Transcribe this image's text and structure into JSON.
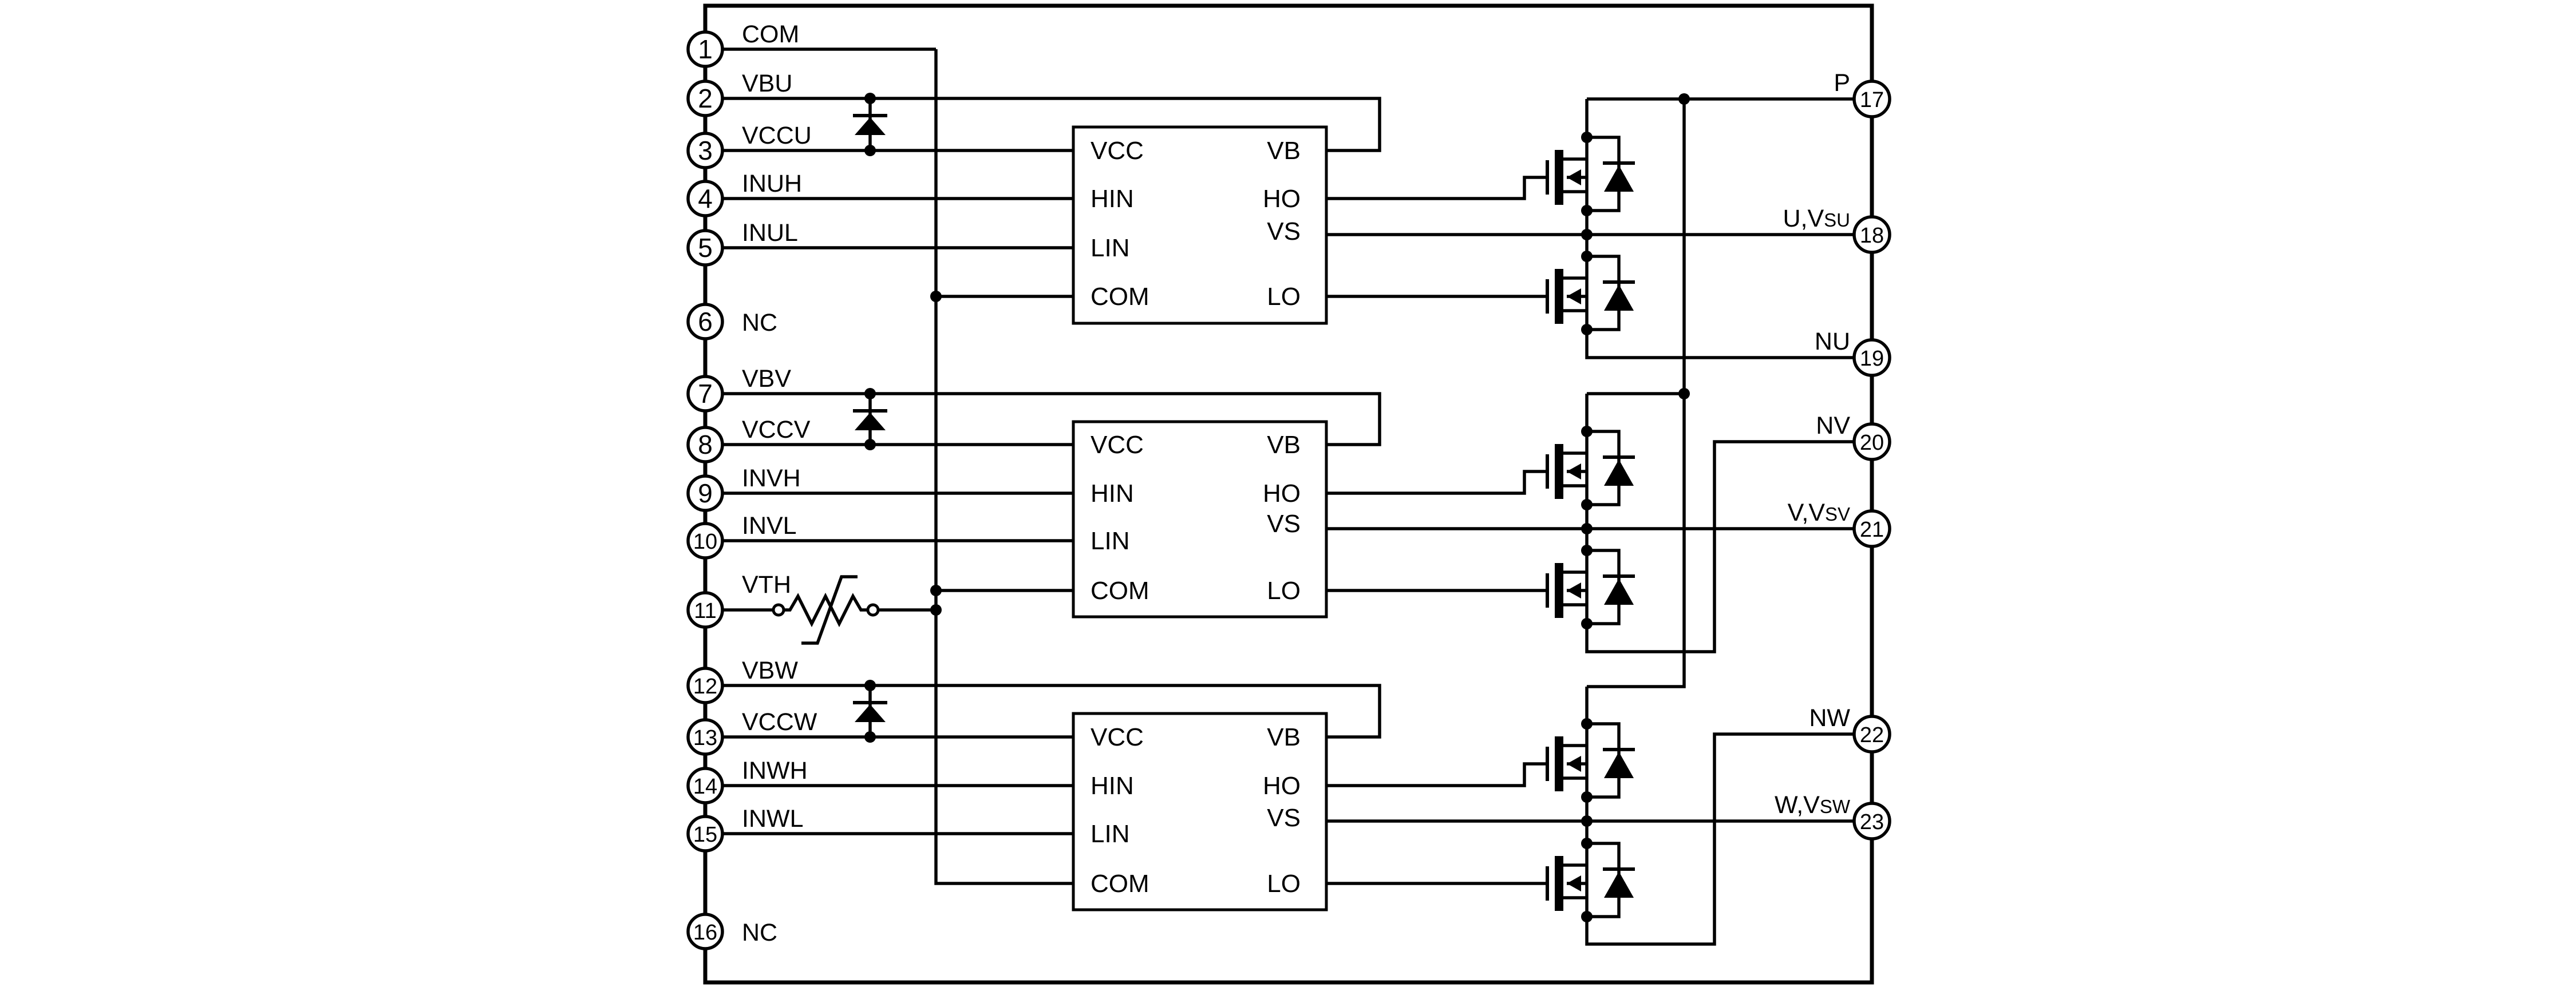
{
  "diagram_title": "three-phase-power-module-block-diagram",
  "colors": {
    "line": "#000000",
    "background": "#ffffff"
  },
  "pins_left": [
    {
      "num": "1",
      "label": "COM"
    },
    {
      "num": "2",
      "label": "VBU"
    },
    {
      "num": "3",
      "label": "VCCU"
    },
    {
      "num": "4",
      "label": "INUH"
    },
    {
      "num": "5",
      "label": "INUL"
    },
    {
      "num": "6",
      "label": "NC"
    },
    {
      "num": "7",
      "label": "VBV"
    },
    {
      "num": "8",
      "label": "VCCV"
    },
    {
      "num": "9",
      "label": "INVH"
    },
    {
      "num": "10",
      "label": "INVL"
    },
    {
      "num": "11",
      "label": "VTH"
    },
    {
      "num": "12",
      "label": "VBW"
    },
    {
      "num": "13",
      "label": "VCCW"
    },
    {
      "num": "14",
      "label": "INWH"
    },
    {
      "num": "15",
      "label": "INWL"
    },
    {
      "num": "16",
      "label": "NC"
    }
  ],
  "pins_right": [
    {
      "num": "17",
      "main": "P",
      "sub": ""
    },
    {
      "num": "18",
      "main": "U,V",
      "sub": "SU"
    },
    {
      "num": "19",
      "main": "NU",
      "sub": ""
    },
    {
      "num": "20",
      "main": "NV",
      "sub": ""
    },
    {
      "num": "21",
      "main": "V,V",
      "sub": "SV"
    },
    {
      "num": "22",
      "main": "NW",
      "sub": ""
    },
    {
      "num": "23",
      "main": "W,V",
      "sub": "SW"
    }
  ],
  "drivers": [
    {
      "left": [
        "VCC",
        "HIN",
        "LIN",
        "COM"
      ],
      "right": [
        "VB",
        "HO",
        "VS",
        "LO"
      ]
    },
    {
      "left": [
        "VCC",
        "HIN",
        "LIN",
        "COM"
      ],
      "right": [
        "VB",
        "HO",
        "VS",
        "LO"
      ]
    },
    {
      "left": [
        "VCC",
        "HIN",
        "LIN",
        "COM"
      ],
      "right": [
        "VB",
        "HO",
        "VS",
        "LO"
      ]
    }
  ]
}
